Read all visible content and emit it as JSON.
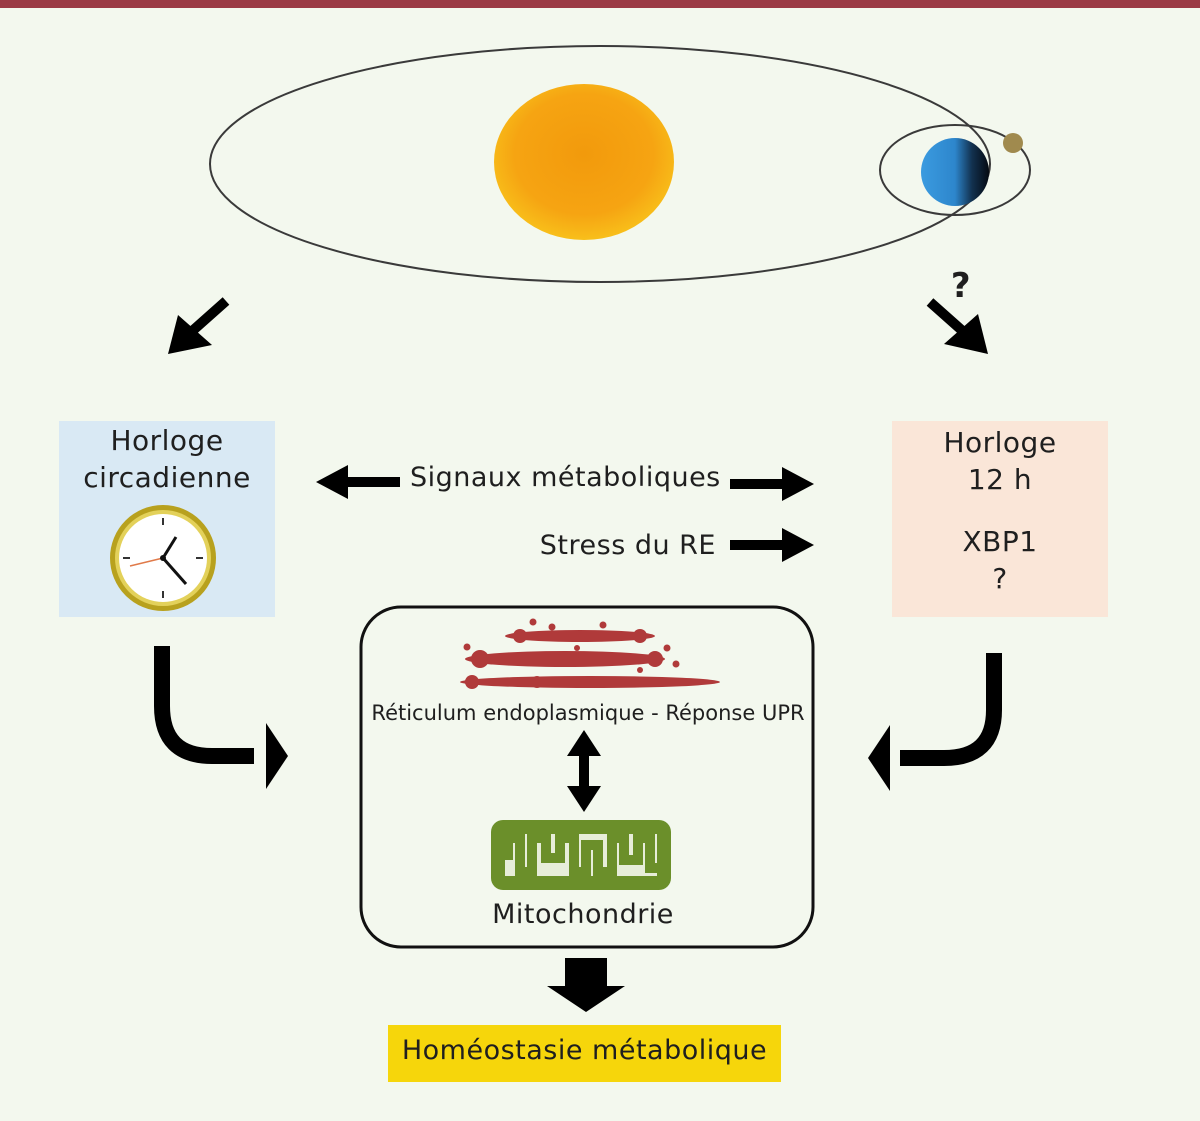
{
  "question_mark": "?",
  "circadian_box": {
    "line1": "Horloge",
    "line2": "circadienne"
  },
  "twelve_h_box": {
    "line1": "Horloge",
    "line2": "12 h",
    "line3": "XBP1",
    "line4": "?"
  },
  "signals": {
    "metabolic": "Signaux métaboliques",
    "er_stress": "Stress du RE"
  },
  "organelles": {
    "er_label": "Réticulum endoplasmique - Réponse UPR",
    "mito_label": "Mitochondrie"
  },
  "output": {
    "label": "Homéostasie métabolique"
  },
  "colors": {
    "top_bar": "#9b3b45",
    "background": "#f3f8ee",
    "circadian_box": "#d9e9f4",
    "twelve_h_box": "#fae6d8",
    "er": "#b03a3a",
    "mito": "#6b8f2a",
    "output_box": "#f6d60b",
    "clock_rim": "#b8a11e",
    "moon": "#a08a4e"
  },
  "icons": [
    "sun-icon",
    "earth-icon",
    "moon-icon",
    "clock-icon",
    "er-icon",
    "mitochondria-icon"
  ]
}
